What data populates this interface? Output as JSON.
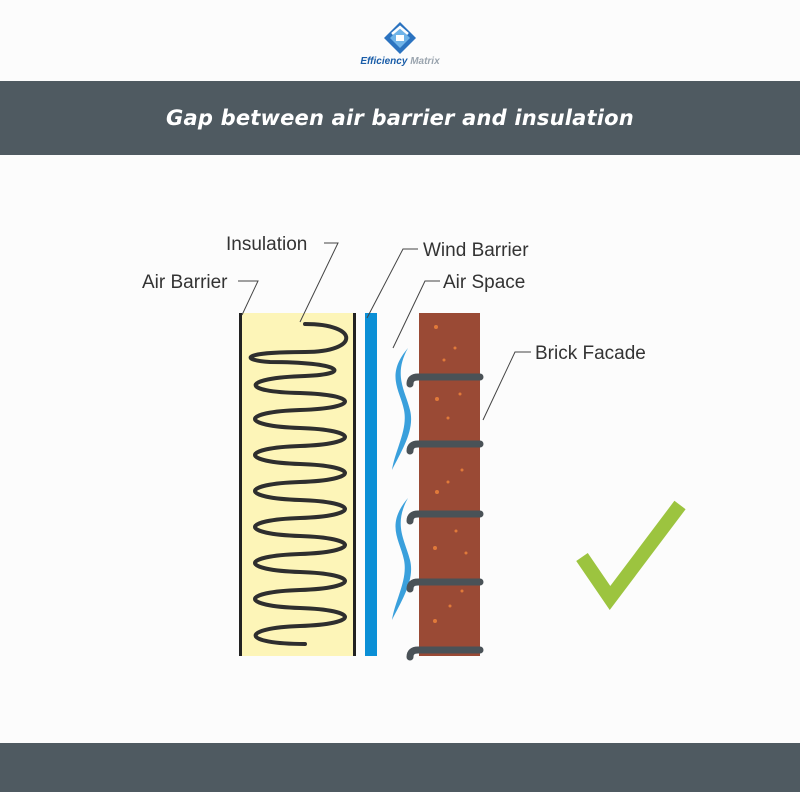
{
  "brand": {
    "name_part1": "Efficiency",
    "name_part2": "Matrix"
  },
  "header": {
    "title": "Gap between air barrier and insulation"
  },
  "diagram": {
    "labels": {
      "insulation": "Insulation",
      "wind_barrier": "Wind Barrier",
      "air_barrier": "Air Barrier",
      "air_space": "Air Space",
      "brick_facade": "Brick Facade"
    },
    "status": {
      "icon": "checkmark-icon",
      "color": "#9cc43f"
    }
  },
  "colors": {
    "band": "#4f5a61",
    "insulation": "#fdf5b8",
    "wind_barrier": "#0b8fd6",
    "brick": "#9a4a35",
    "air_flow": "#3aa0dc",
    "mortar": "#4a5257"
  }
}
